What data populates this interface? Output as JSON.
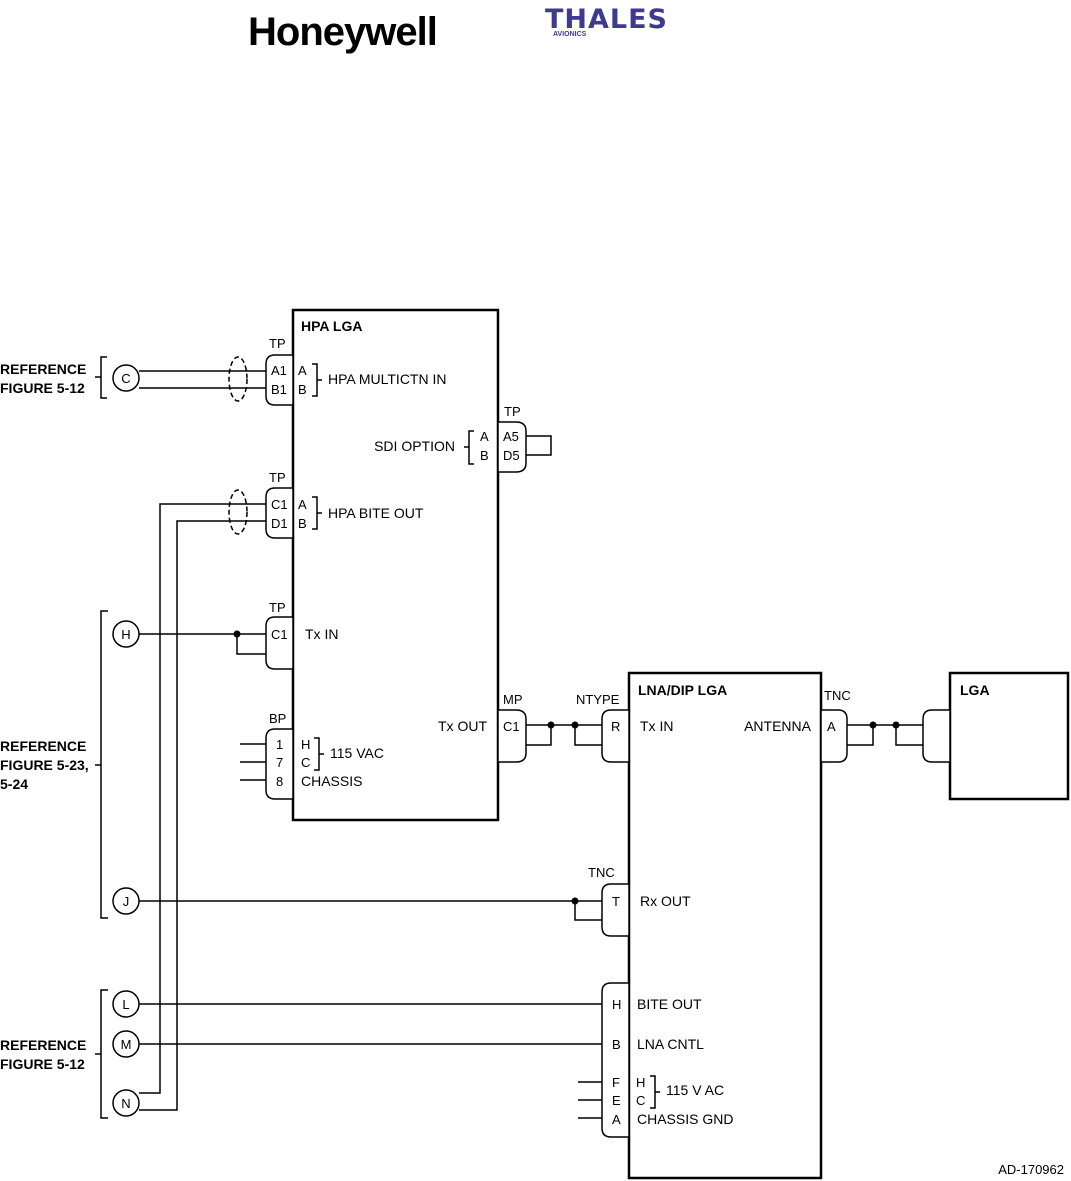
{
  "logos": {
    "honeywell": "Honeywell",
    "thales": "THALES",
    "thales_sub": "AVIONICS"
  },
  "drawing_id": "AD-170962",
  "references": {
    "ref1": [
      "REFERENCE",
      "FIGURE 5-12"
    ],
    "ref2": [
      "REFERENCE",
      "FIGURE 5-23,",
      "5-24"
    ],
    "ref3": [
      "REFERENCE",
      "FIGURE 5-12"
    ]
  },
  "nodes": {
    "c": "C",
    "h": "H",
    "j": "J",
    "l": "L",
    "m": "M",
    "n": "N"
  },
  "hpa": {
    "title": "HPA LGA",
    "multictn": {
      "conn": "TP",
      "pins": [
        "A1",
        "B1"
      ],
      "inner": [
        "A",
        "B"
      ],
      "label": "HPA MULTICTN IN"
    },
    "bite": {
      "conn": "TP",
      "pins": [
        "C1",
        "D1"
      ],
      "inner": [
        "A",
        "B"
      ],
      "label": "HPA BITE OUT"
    },
    "sdi": {
      "conn": "TP",
      "pins": [
        "A5",
        "D5"
      ],
      "inner": [
        "A",
        "B"
      ],
      "label": "SDI OPTION"
    },
    "txin": {
      "conn": "TP",
      "pin": "C1",
      "label": "Tx IN"
    },
    "power": {
      "conn": "BP",
      "pins": [
        "1",
        "7",
        "8"
      ],
      "inner": [
        "H",
        "C"
      ],
      "label": "115 VAC",
      "chassis": "CHASSIS"
    },
    "txout": {
      "conn": "MP",
      "pin": "C1",
      "label": "Tx OUT"
    }
  },
  "lna": {
    "title": "LNA/DIP LGA",
    "txin": {
      "conn": "NTYPE",
      "pin": "R",
      "label": "Tx IN"
    },
    "antenna": {
      "conn": "TNC",
      "pin": "A",
      "label": "ANTENNA"
    },
    "rxout": {
      "conn": "TNC",
      "pin": "T",
      "label": "Rx OUT"
    },
    "bite": {
      "pin": "H",
      "label": "BITE OUT"
    },
    "cntl": {
      "pin": "B",
      "label": "LNA CNTL"
    },
    "power": {
      "pins": [
        "F",
        "E",
        "A"
      ],
      "inner": [
        "H",
        "C"
      ],
      "label": "115 V AC",
      "chassis": "CHASSIS GND"
    }
  },
  "lga": {
    "title": "LGA"
  }
}
